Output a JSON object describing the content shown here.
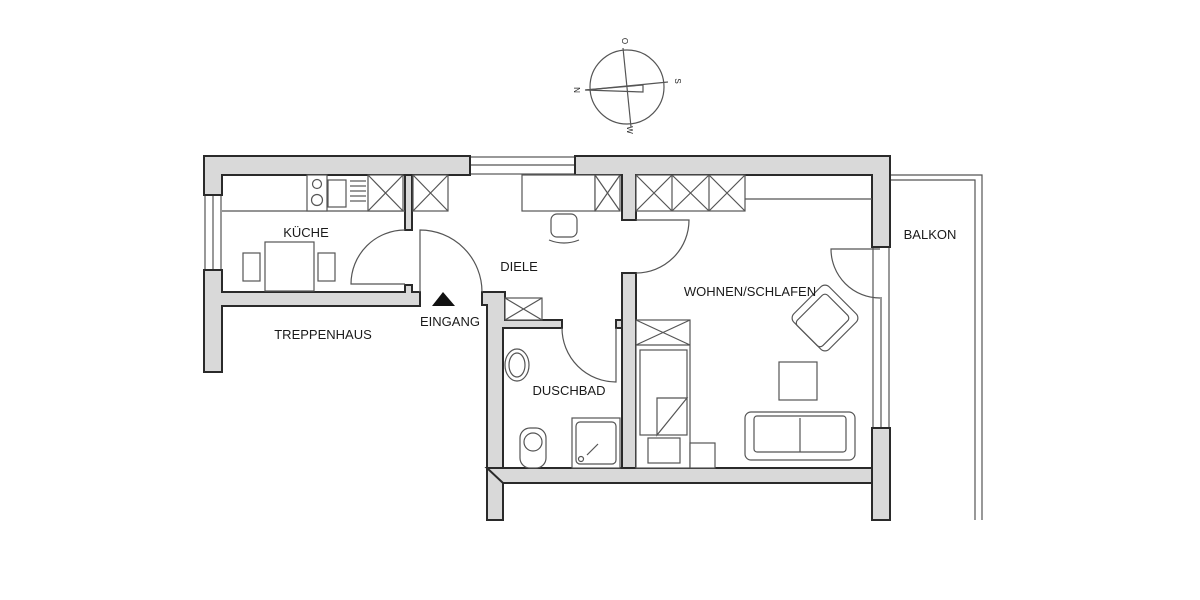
{
  "rooms": {
    "kitchen": "KÜCHE",
    "hall": "DIELE",
    "living": "WOHNEN/SCHLAFEN",
    "balcony": "BALKON",
    "stairwell": "TREPPENHAUS",
    "entrance": "EINGANG",
    "bathroom": "DUSCHBAD"
  },
  "compass": {
    "top": "O",
    "right": "S",
    "bottom": "W",
    "left": "N"
  },
  "colors": {
    "wall_fill": "#d9d9d9",
    "line": "#2a2a2a"
  }
}
